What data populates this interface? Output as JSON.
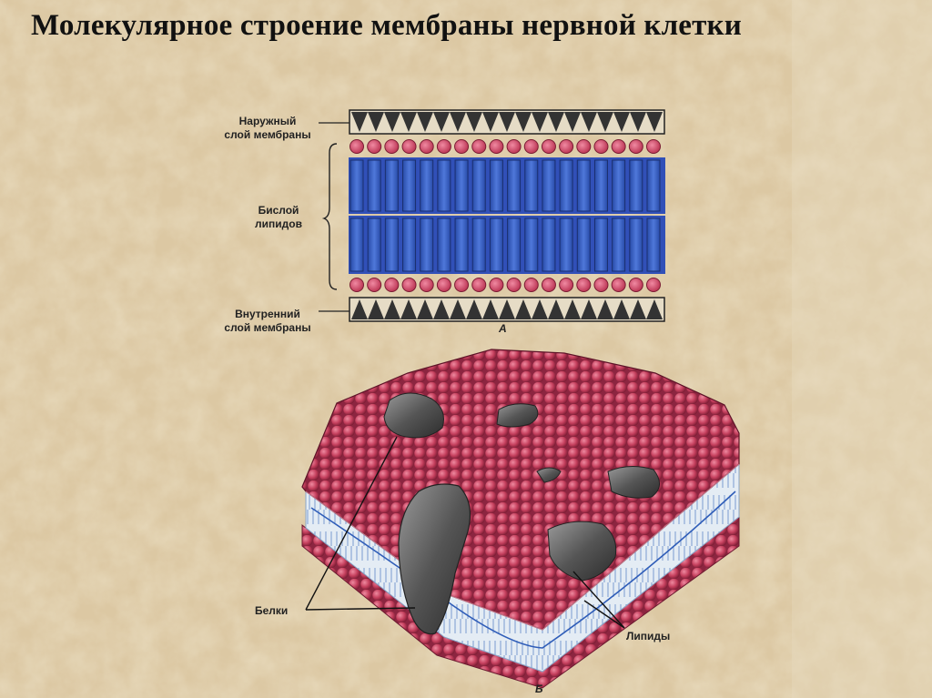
{
  "title": "Молекулярное строение мембраны нервной клетки",
  "schematic": {
    "outer_layer": [
      "Наружный",
      "слой мембраны"
    ],
    "lipid_bilayer": [
      "Бислой",
      "липидов"
    ],
    "inner_layer": [
      "Внутренний",
      "слой мембраны"
    ],
    "figure_letter": "А",
    "colors": {
      "triangle": "#333333",
      "head": "#d4486a",
      "tail": "#3a5fc4"
    }
  },
  "model_3d": {
    "proteins_label": "Белки",
    "lipids_label": "Липиды",
    "figure_letter": "Б",
    "colors": {
      "sphere": "#c6405e",
      "protein": "#555555",
      "interior": "#dde6ef"
    }
  }
}
